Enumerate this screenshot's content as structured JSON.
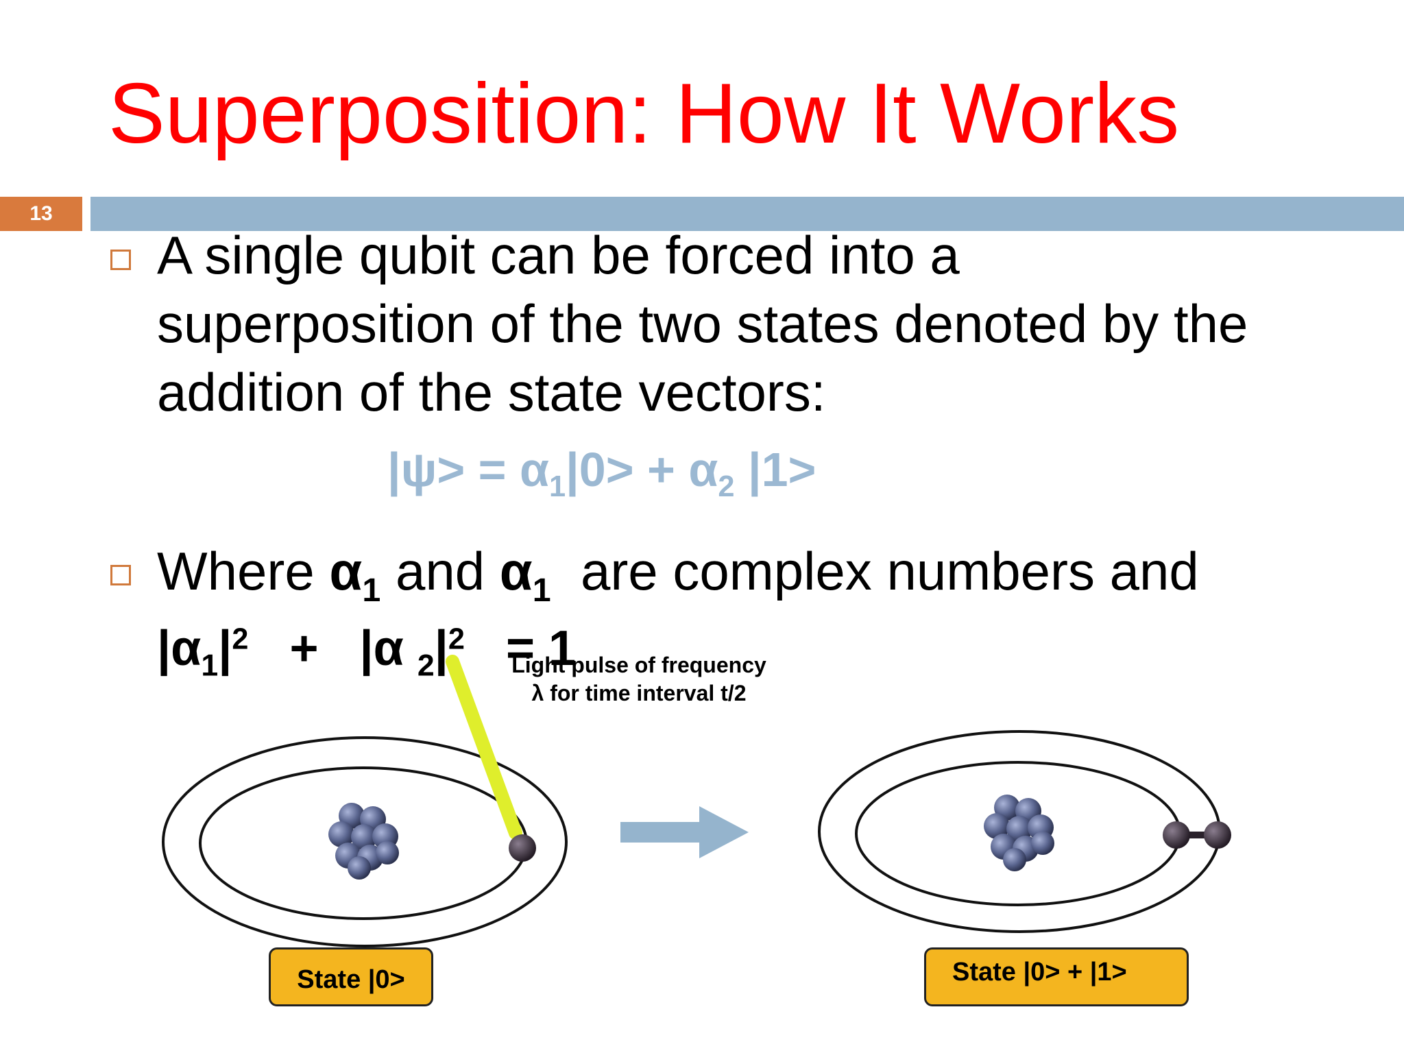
{
  "slide": {
    "title": "Superposition: How It Works",
    "number": "13",
    "bullets": [
      {
        "lines": [
          "A single qubit can be forced into a",
          "superposition of the two states denoted by the",
          "addition of the state vectors:"
        ]
      },
      {
        "prefix": "Where",
        "alpha": "α",
        "sub1": "1",
        "and": "and",
        "sub2": "1",
        "rest": "are complex numbers and"
      }
    ],
    "equation": {
      "lhs": "|ψ> = ",
      "alpha": "α",
      "sub1": "1",
      "ket0": "|0> + ",
      "sub2": "2",
      "ket1": " |1>"
    },
    "normalization": {
      "open1": "|α",
      "sub1": "1",
      "close1": "|",
      "sup1": "2",
      "plus": "+",
      "open2": "|α ",
      "sub2": "2",
      "close2": "|",
      "sup2": "2",
      "rhs": "= 1"
    },
    "diagram": {
      "caption_line1": "Light pulse of frequency",
      "caption_line2": "λ for time interval t/2",
      "state_left": "State |0>",
      "state_right": "State |0> + |1>",
      "colors": {
        "laser": "#dfee2c",
        "arrow": "#95b4cd",
        "nucleon": "#5b6690",
        "electron": "#3a2f3c",
        "state_box": "#f4b51f"
      }
    }
  }
}
